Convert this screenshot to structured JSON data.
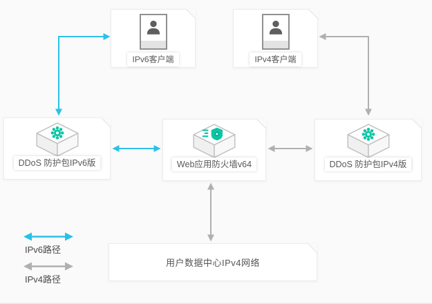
{
  "diagram": {
    "nodes": [
      {
        "id": "ipv6-client",
        "label": "IPv6客户端",
        "icon": "person-icon",
        "type": "client"
      },
      {
        "id": "ipv4-client",
        "label": "IPv4客户端",
        "icon": "person-icon",
        "type": "client"
      },
      {
        "id": "ddos-ipv6",
        "label": "DDoS 防护包IPv6版",
        "icon": "gear-cube-icon",
        "type": "service"
      },
      {
        "id": "waf",
        "label": "Web应用防火墙v64",
        "icon": "firewall-cube-icon",
        "type": "service"
      },
      {
        "id": "ddos-ipv4",
        "label": "DDoS 防护包IPv4版",
        "icon": "gear-cube-icon",
        "type": "service"
      },
      {
        "id": "datacenter",
        "label": "用户数据中心IPv4网络",
        "icon": null,
        "type": "network"
      }
    ],
    "edges": [
      {
        "from": "ipv6-client",
        "to": "ddos-ipv6",
        "path_type": "ipv6",
        "bidirectional": true,
        "shape": "elbow"
      },
      {
        "from": "ddos-ipv6",
        "to": "waf",
        "path_type": "ipv6",
        "bidirectional": true,
        "shape": "straight"
      },
      {
        "from": "waf",
        "to": "ddos-ipv4",
        "path_type": "ipv4",
        "bidirectional": true,
        "shape": "straight"
      },
      {
        "from": "ipv4-client",
        "to": "ddos-ipv4",
        "path_type": "ipv4",
        "bidirectional": true,
        "shape": "elbow"
      },
      {
        "from": "waf",
        "to": "datacenter",
        "path_type": "ipv4",
        "bidirectional": true,
        "shape": "straight"
      }
    ],
    "legend": {
      "items": [
        {
          "label": "IPv6路径",
          "color": "#29c1e8"
        },
        {
          "label": "IPv4路径",
          "color": "#b0b0b0"
        }
      ]
    },
    "colors": {
      "ipv6_path": "#29c1e8",
      "ipv4_path": "#b0b0b0",
      "icon_teal": "#0bc5a5"
    }
  }
}
